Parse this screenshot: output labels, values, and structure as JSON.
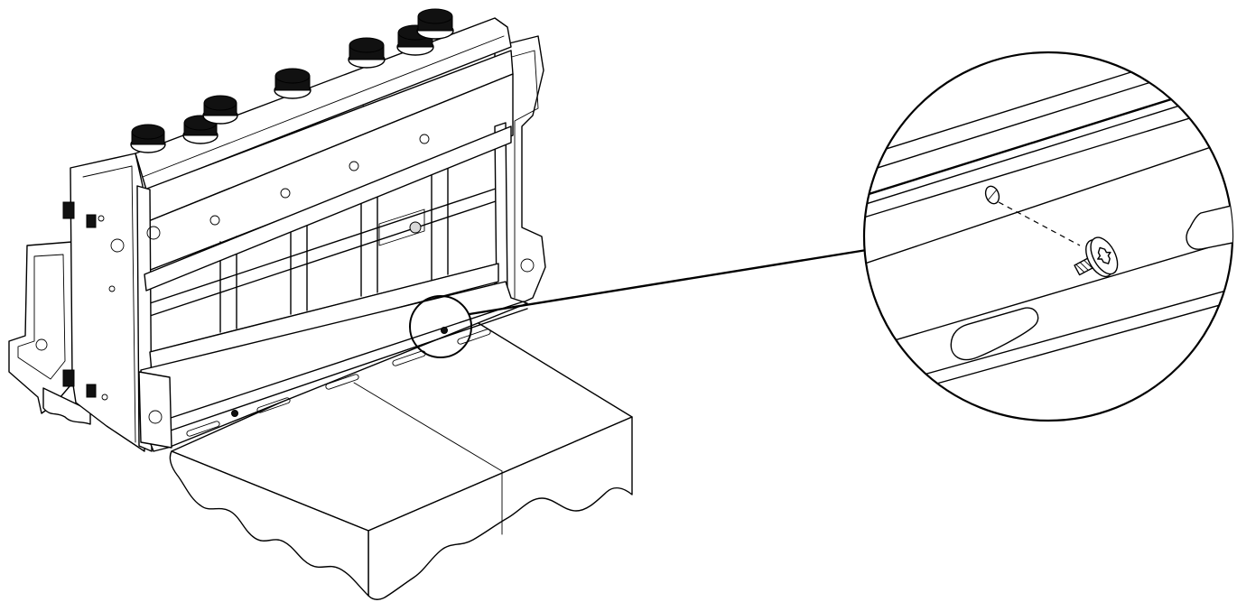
{
  "figure": {
    "type": "technical-assembly-illustration",
    "main_view": "equipment-chassis-on-base",
    "detail_view": "magnified-screw-location",
    "callout": "circle-zoom-with-leader-line",
    "fastener": "torx-head-screw",
    "bottom_rail_slot_count": 5,
    "detail_slot_count": 2,
    "top_cap_count": 7,
    "colors": {
      "line": "#000000",
      "background": "#ffffff",
      "cap_fill": "#111111"
    },
    "icons": [
      "screw-icon"
    ]
  }
}
